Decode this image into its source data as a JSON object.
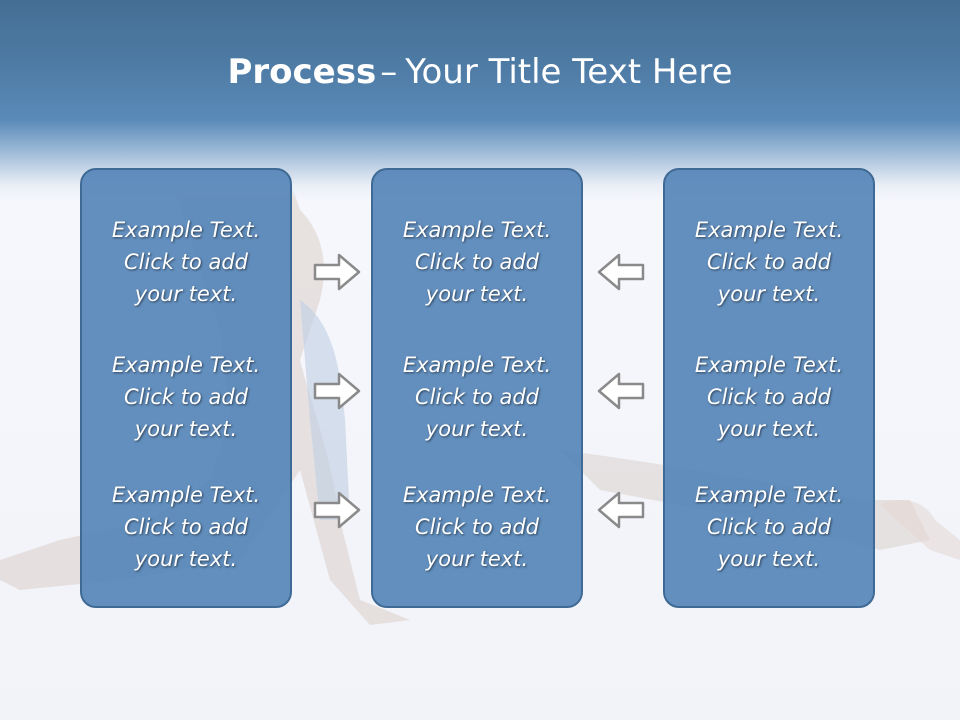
{
  "slide": {
    "title_bold": "Process",
    "title_sep": "–",
    "title_rest": "Your Title Text Here"
  },
  "colors": {
    "header": "#4d7aa3",
    "panel": "#5686b8",
    "panel_border": "#3f6a95",
    "arrow_fill": "#ffffff",
    "arrow_stroke": "#8a8a8a"
  },
  "panels": [
    {
      "items": [
        {
          "line1": "Example Text.",
          "line2": "Click  to add",
          "line3": "your text."
        },
        {
          "line1": "Example Text.",
          "line2": "Click  to add",
          "line3": "your text."
        },
        {
          "line1": "Example Text.",
          "line2": "Click  to add",
          "line3": "your text."
        }
      ]
    },
    {
      "items": [
        {
          "line1": "Example Text.",
          "line2": "Click  to add",
          "line3": "your text."
        },
        {
          "line1": "Example Text.",
          "line2": "Click  to add",
          "line3": "your text."
        },
        {
          "line1": "Example Text.",
          "line2": "Click  to add",
          "line3": "your text."
        }
      ]
    },
    {
      "items": [
        {
          "line1": "Example Text.",
          "line2": "Click  to add",
          "line3": "your text."
        },
        {
          "line1": "Example Text.",
          "line2": "Click  to add",
          "line3": "your text."
        },
        {
          "line1": "Example Text.",
          "line2": "Click  to add",
          "line3": "your text."
        }
      ]
    }
  ],
  "arrows": {
    "left_group": [
      "arrow-right-icon",
      "arrow-right-icon",
      "arrow-right-icon"
    ],
    "right_group": [
      "arrow-left-icon",
      "arrow-left-icon",
      "arrow-left-icon"
    ]
  }
}
